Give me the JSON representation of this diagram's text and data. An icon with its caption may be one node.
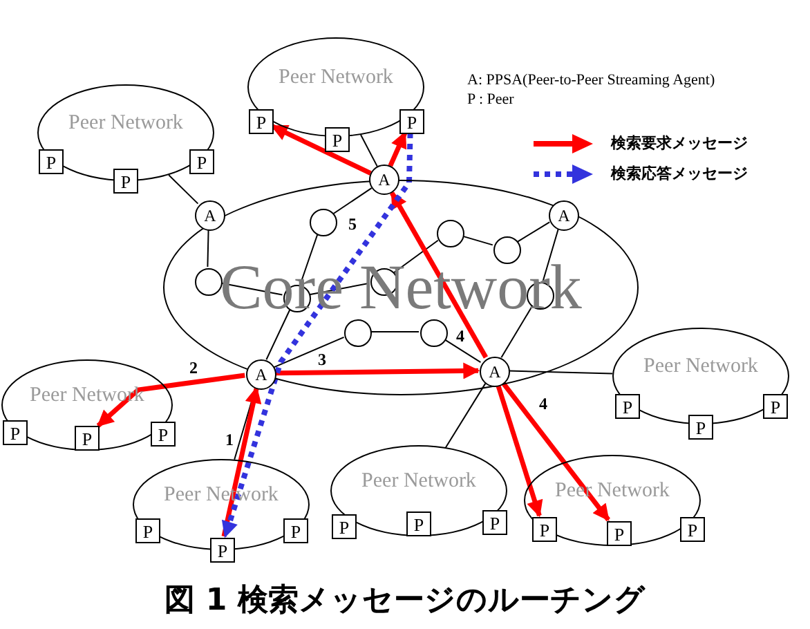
{
  "diagram": {
    "caption": "図 1 検索メッセージのルーチング",
    "nodes": [
      {
        "text": [
          "Peer Network"
        ]
      },
      {
        "text": [
          "P"
        ],
        "in": 0
      },
      {
        "text": [
          "P"
        ],
        "in": 0
      },
      {
        "text": [
          "P"
        ],
        "in": 0
      },
      {
        "text": [
          "Peer Network"
        ]
      },
      {
        "text": [
          "P"
        ],
        "in": 4
      },
      {
        "text": [
          "P"
        ],
        "in": 4
      },
      {
        "text": [
          "P"
        ],
        "in": 4
      },
      {
        "text": [
          "Core Network"
        ]
      },
      {
        "text": [
          "A"
        ],
        "in": 8
      },
      {
        "text": [
          "A"
        ]
      },
      {
        "text": [
          "A"
        ],
        "in": 8
      },
      {
        "text": [],
        "shape": "circle",
        "in": 8
      },
      {
        "text": [],
        "shape": "circle",
        "in": 8
      },
      {
        "text": [],
        "shape": "circle",
        "in": 8
      },
      {
        "text": [],
        "shape": "circle",
        "in": 8
      },
      {
        "text": [],
        "shape": "circle",
        "in": 8
      },
      {
        "text": [],
        "shape": "circle",
        "in": 8
      },
      {
        "text": [],
        "shape": "circle",
        "in": 8
      },
      {
        "text": [],
        "shape": "circle",
        "in": 8
      },
      {
        "text": [],
        "shape": "circle",
        "in": 8
      },
      {
        "text": [
          "A"
        ],
        "in": 8
      },
      {
        "text": [
          "A"
        ],
        "in": 8
      },
      {
        "text": [
          "Peer Network"
        ]
      },
      {
        "text": [
          "P"
        ],
        "in": 23
      },
      {
        "text": [
          "P"
        ],
        "in": 23
      },
      {
        "text": [
          "P"
        ],
        "in": 23
      },
      {
        "text": [
          "Peer Network"
        ]
      },
      {
        "text": [
          "P"
        ],
        "in": 27
      },
      {
        "text": [
          "P"
        ],
        "in": 27
      },
      {
        "text": [
          "P"
        ],
        "in": 27
      },
      {
        "text": [
          "Peer Network"
        ]
      },
      {
        "text": [
          "P"
        ],
        "in": 31
      },
      {
        "text": [
          "P"
        ],
        "in": 31
      },
      {
        "text": [
          "P"
        ],
        "in": 31
      },
      {
        "text": [
          "Peer Network"
        ]
      },
      {
        "text": [
          "P"
        ],
        "in": 35
      },
      {
        "text": [
          "P"
        ],
        "in": 35
      },
      {
        "text": [
          "P"
        ],
        "in": 35
      },
      {
        "text": [
          "Peer Network"
        ]
      },
      {
        "text": [
          "P"
        ],
        "in": 39
      },
      {
        "text": [
          "P"
        ],
        "in": 39
      },
      {
        "text": [
          "P"
        ],
        "in": 39
      }
    ],
    "edges": [
      {
        "from": 4,
        "to": 9,
        "arrow": "none"
      },
      {
        "from": 0,
        "to": 10,
        "arrow": "none"
      },
      {
        "from": 9,
        "to": 15,
        "arrow": "none"
      },
      {
        "from": 15,
        "to": 17,
        "arrow": "none"
      },
      {
        "from": 17,
        "to": 16,
        "arrow": "none"
      },
      {
        "from": 12,
        "to": 17,
        "arrow": "none"
      },
      {
        "from": 10,
        "to": 12,
        "arrow": "none"
      },
      {
        "from": 16,
        "to": 13,
        "arrow": "none"
      },
      {
        "from": 13,
        "to": 14,
        "arrow": "none"
      },
      {
        "from": 14,
        "to": 11,
        "arrow": "none"
      },
      {
        "from": 11,
        "to": 18,
        "arrow": "none"
      },
      {
        "from": 18,
        "to": 22,
        "arrow": "none"
      },
      {
        "from": 19,
        "to": 20,
        "arrow": "none"
      },
      {
        "from": 20,
        "to": 22,
        "arrow": "none"
      },
      {
        "from": 21,
        "to": 19,
        "arrow": "none"
      },
      {
        "from": 21,
        "to": 17,
        "arrow": "none"
      },
      {
        "from": 21,
        "to": 31,
        "arrow": "none"
      },
      {
        "from": 22,
        "to": 27,
        "arrow": "none"
      },
      {
        "from": 22,
        "to": 35,
        "arrow": "none"
      },
      {
        "from": 33,
        "to": 21,
        "arrow": "to",
        "label": "1",
        "style": "thick",
        "color": "#ff0000"
      },
      {
        "from": 21,
        "to": 25,
        "arrow": "to",
        "label": "2",
        "style": "thick",
        "color": "#ff0000"
      },
      {
        "from": 21,
        "to": 22,
        "arrow": "to",
        "label": "3",
        "style": "thick",
        "color": "#ff0000"
      },
      {
        "from": 22,
        "to": 10,
        "arrow": "to",
        "label": "4",
        "style": "thick",
        "color": "#ff0000"
      },
      {
        "from": 10,
        "to": 1,
        "arrow": "to",
        "style": "thick",
        "color": "#ff0000"
      },
      {
        "from": 10,
        "to": 3,
        "arrow": "to",
        "style": "thick",
        "color": "#ff0000"
      },
      {
        "from": 22,
        "to": 41,
        "arrow": "to",
        "label": "4",
        "style": "thick",
        "color": "#ff0000"
      },
      {
        "from": 22,
        "to": 40,
        "arrow": "to",
        "style": "thick",
        "color": "#ff0000"
      },
      {
        "from": 3,
        "to": 33,
        "arrow": "to",
        "label": "5",
        "style": "dashed",
        "color": "#3333dd"
      }
    ],
    "labels": [
      "A: PPSA(Peer-to-Peer Streaming Agent)",
      "P : Peer"
    ],
    "legend": [
      {
        "text": "検索要求メッセージ"
      },
      {
        "text": "検索応答メッセージ"
      }
    ]
  }
}
